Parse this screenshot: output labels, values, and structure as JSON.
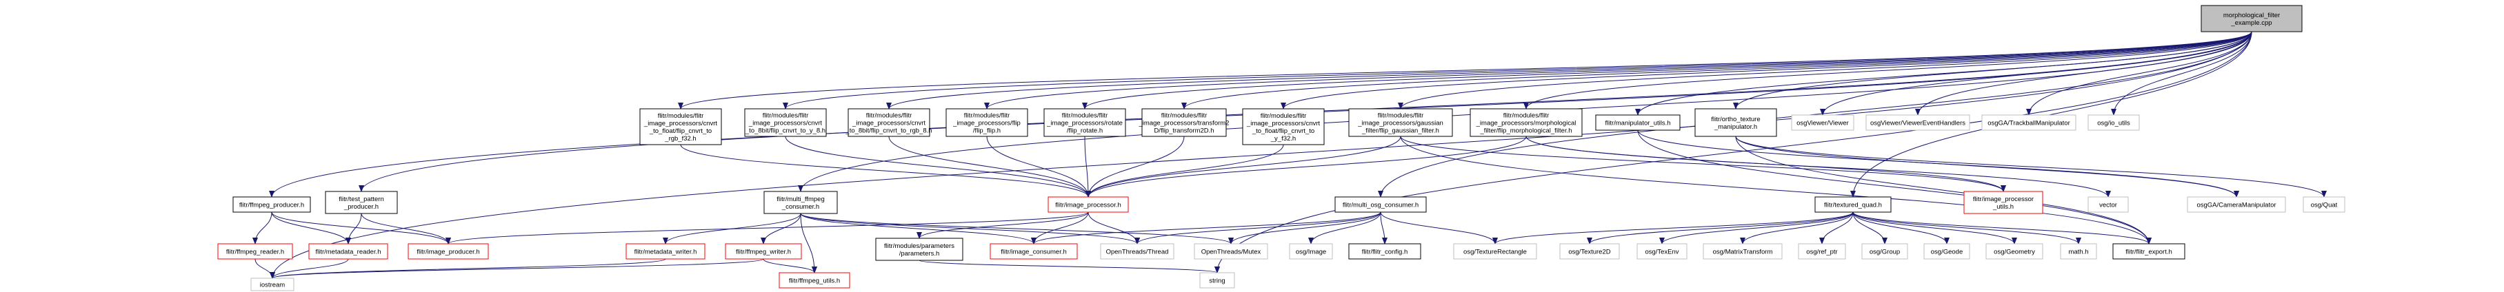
{
  "graph": {
    "root": "morphological_filter_example.cpp",
    "nodes": [
      {
        "id": "root",
        "lines": [
          "morphological_filter",
          "_example.cpp"
        ],
        "style": "root"
      },
      {
        "id": "cnvrt_to_float_rgb",
        "lines": [
          "flitr/modules/flitr",
          "_image_processors/cnvrt",
          "_to_float/flip_cnvrt_to",
          "_rgb_f32.h"
        ],
        "style": "black"
      },
      {
        "id": "cnvrt_8bit_y8",
        "lines": [
          "flitr/modules/flitr",
          "_image_processors/cnvrt",
          "_to_8bit/flip_cnvrt_to_y_8.h"
        ],
        "style": "black"
      },
      {
        "id": "cnvrt_8bit_rgb8",
        "lines": [
          "flitr/modules/flitr",
          "_image_processors/cnvrt",
          "_to_8bit/flip_cnvrt_to_rgb_8.h"
        ],
        "style": "black"
      },
      {
        "id": "flip",
        "lines": [
          "flitr/modules/flitr",
          "_image_processors/flip",
          "/flip_flip.h"
        ],
        "style": "black"
      },
      {
        "id": "rotate",
        "lines": [
          "flitr/modules/flitr",
          "_image_processors/rotate",
          "/flip_rotate.h"
        ],
        "style": "black"
      },
      {
        "id": "transform2d",
        "lines": [
          "flitr/modules/flitr",
          "_image_processors/transform2",
          "D/flip_transform2D.h"
        ],
        "style": "black"
      },
      {
        "id": "cnvrt_to_float_y",
        "lines": [
          "flitr/modules/flitr",
          "_image_processors/cnvrt",
          "_to_float/flip_cnvrt_to",
          "_y_f32.h"
        ],
        "style": "black"
      },
      {
        "id": "gaussian",
        "lines": [
          "flitr/modules/flitr",
          "_image_processors/gaussian",
          "_filter/flip_gaussian_filter.h"
        ],
        "style": "black"
      },
      {
        "id": "morphological",
        "lines": [
          "flitr/modules/flitr",
          "_image_processors/morphological",
          "_filter/flip_morphological_filter.h"
        ],
        "style": "black"
      },
      {
        "id": "manipulator_utils",
        "lines": [
          "flitr/manipulator_utils.h"
        ],
        "style": "black"
      },
      {
        "id": "ortho_texture",
        "lines": [
          "flitr/ortho_texture",
          "_manipulator.h"
        ],
        "style": "black"
      },
      {
        "id": "osgViewer",
        "lines": [
          "osgViewer/Viewer"
        ],
        "style": "grey"
      },
      {
        "id": "osgViewerEvent",
        "lines": [
          "osgViewer/ViewerEventHandlers"
        ],
        "style": "grey"
      },
      {
        "id": "trackball",
        "lines": [
          "osgGA/TrackballManipulator"
        ],
        "style": "grey"
      },
      {
        "id": "io_utils",
        "lines": [
          "osg/io_utils"
        ],
        "style": "grey"
      },
      {
        "id": "ffmpeg_producer",
        "lines": [
          "flitr/ffmpeg_producer.h"
        ],
        "style": "black"
      },
      {
        "id": "test_pattern",
        "lines": [
          "flitr/test_pattern",
          "_producer.h"
        ],
        "style": "black"
      },
      {
        "id": "multi_ffmpeg",
        "lines": [
          "flitr/multi_ffmpeg",
          "_consumer.h"
        ],
        "style": "black"
      },
      {
        "id": "image_processor",
        "lines": [
          "flitr/image_processor.h"
        ],
        "style": "red"
      },
      {
        "id": "multi_osg",
        "lines": [
          "flitr/multi_osg_consumer.h"
        ],
        "style": "black"
      },
      {
        "id": "textured_quad",
        "lines": [
          "flitr/textured_quad.h"
        ],
        "style": "black"
      },
      {
        "id": "image_processor_utils",
        "lines": [
          "flitr/image_processor",
          "_utils.h"
        ],
        "style": "red"
      },
      {
        "id": "vector",
        "lines": [
          "vector"
        ],
        "style": "grey"
      },
      {
        "id": "camera_manip",
        "lines": [
          "osgGA/CameraManipulator"
        ],
        "style": "grey"
      },
      {
        "id": "quat",
        "lines": [
          "osg/Quat"
        ],
        "style": "grey"
      },
      {
        "id": "ffmpeg_reader",
        "lines": [
          "flitr/ffmpeg_reader.h"
        ],
        "style": "red"
      },
      {
        "id": "metadata_reader",
        "lines": [
          "flitr/metadata_reader.h"
        ],
        "style": "red"
      },
      {
        "id": "image_producer",
        "lines": [
          "flitr/image_producer.h"
        ],
        "style": "red"
      },
      {
        "id": "metadata_writer",
        "lines": [
          "flitr/metadata_writer.h"
        ],
        "style": "red"
      },
      {
        "id": "ffmpeg_writer",
        "lines": [
          "flitr/ffmpeg_writer.h"
        ],
        "style": "red"
      },
      {
        "id": "parameters",
        "lines": [
          "flitr/modules/parameters",
          "/parameters.h"
        ],
        "style": "black"
      },
      {
        "id": "image_consumer",
        "lines": [
          "flitr/image_consumer.h"
        ],
        "style": "red"
      },
      {
        "id": "thread",
        "lines": [
          "OpenThreads/Thread"
        ],
        "style": "grey"
      },
      {
        "id": "mutex",
        "lines": [
          "OpenThreads/Mutex"
        ],
        "style": "grey"
      },
      {
        "id": "osg_image",
        "lines": [
          "osg/Image"
        ],
        "style": "grey"
      },
      {
        "id": "flitr_config",
        "lines": [
          "flitr/flitr_config.h"
        ],
        "style": "black"
      },
      {
        "id": "tex_rect",
        "lines": [
          "osg/TextureRectangle"
        ],
        "style": "grey"
      },
      {
        "id": "tex2d",
        "lines": [
          "osg/Texture2D"
        ],
        "style": "grey"
      },
      {
        "id": "texenv",
        "lines": [
          "osg/TexEnv"
        ],
        "style": "grey"
      },
      {
        "id": "matrix_transform",
        "lines": [
          "osg/MatrixTransform"
        ],
        "style": "grey"
      },
      {
        "id": "ref_ptr",
        "lines": [
          "osg/ref_ptr"
        ],
        "style": "grey"
      },
      {
        "id": "osg_group",
        "lines": [
          "osg/Group"
        ],
        "style": "grey"
      },
      {
        "id": "osg_geode",
        "lines": [
          "osg/Geode"
        ],
        "style": "grey"
      },
      {
        "id": "osg_geometry",
        "lines": [
          "osg/Geometry"
        ],
        "style": "grey"
      },
      {
        "id": "math",
        "lines": [
          "math.h"
        ],
        "style": "grey"
      },
      {
        "id": "flitr_export",
        "lines": [
          "flitr/flitr_export.h"
        ],
        "style": "black"
      },
      {
        "id": "iostream",
        "lines": [
          "iostream"
        ],
        "style": "grey"
      },
      {
        "id": "ffmpeg_utils",
        "lines": [
          "flitr/ffmpeg_utils.h"
        ],
        "style": "red"
      },
      {
        "id": "string",
        "lines": [
          "string"
        ],
        "style": "grey"
      }
    ],
    "edges": [
      [
        "root",
        "cnvrt_to_float_rgb"
      ],
      [
        "root",
        "cnvrt_8bit_y8"
      ],
      [
        "root",
        "cnvrt_8bit_rgb8"
      ],
      [
        "root",
        "flip"
      ],
      [
        "root",
        "rotate"
      ],
      [
        "root",
        "transform2d"
      ],
      [
        "root",
        "cnvrt_to_float_y"
      ],
      [
        "root",
        "gaussian"
      ],
      [
        "root",
        "morphological"
      ],
      [
        "root",
        "manipulator_utils"
      ],
      [
        "root",
        "ortho_texture"
      ],
      [
        "root",
        "osgViewer"
      ],
      [
        "root",
        "osgViewerEvent"
      ],
      [
        "root",
        "trackball"
      ],
      [
        "root",
        "io_utils"
      ],
      [
        "root",
        "ffmpeg_producer"
      ],
      [
        "root",
        "test_pattern"
      ],
      [
        "root",
        "multi_ffmpeg"
      ],
      [
        "root",
        "multi_osg"
      ],
      [
        "root",
        "textured_quad"
      ],
      [
        "root",
        "iostream"
      ],
      [
        "root",
        "string"
      ],
      [
        "cnvrt_to_float_rgb",
        "image_processor"
      ],
      [
        "cnvrt_8bit_y8",
        "image_processor"
      ],
      [
        "cnvrt_8bit_rgb8",
        "image_processor"
      ],
      [
        "flip",
        "image_processor"
      ],
      [
        "rotate",
        "image_processor"
      ],
      [
        "transform2d",
        "image_processor"
      ],
      [
        "cnvrt_to_float_y",
        "image_processor"
      ],
      [
        "gaussian",
        "image_processor"
      ],
      [
        "gaussian",
        "image_processor_utils"
      ],
      [
        "morphological",
        "image_processor"
      ],
      [
        "morphological",
        "image_processor_utils"
      ],
      [
        "morphological",
        "vector"
      ],
      [
        "gaussian",
        "flitr_export"
      ],
      [
        "manipulator_utils",
        "camera_manip"
      ],
      [
        "manipulator_utils",
        "flitr_export"
      ],
      [
        "ortho_texture",
        "camera_manip"
      ],
      [
        "ortho_texture",
        "quat"
      ],
      [
        "ortho_texture",
        "flitr_export"
      ],
      [
        "ffmpeg_producer",
        "ffmpeg_reader"
      ],
      [
        "ffmpeg_producer",
        "metadata_reader"
      ],
      [
        "ffmpeg_producer",
        "image_producer"
      ],
      [
        "test_pattern",
        "metadata_reader"
      ],
      [
        "test_pattern",
        "image_producer"
      ],
      [
        "multi_ffmpeg",
        "metadata_writer"
      ],
      [
        "multi_ffmpeg",
        "ffmpeg_writer"
      ],
      [
        "multi_ffmpeg",
        "image_consumer"
      ],
      [
        "multi_ffmpeg",
        "thread"
      ],
      [
        "multi_ffmpeg",
        "mutex"
      ],
      [
        "multi_ffmpeg",
        "ffmpeg_utils"
      ],
      [
        "image_processor",
        "image_producer"
      ],
      [
        "image_processor",
        "parameters"
      ],
      [
        "image_processor",
        "image_consumer"
      ],
      [
        "image_processor",
        "thread"
      ],
      [
        "multi_osg",
        "image_consumer"
      ],
      [
        "multi_osg",
        "thread"
      ],
      [
        "multi_osg",
        "mutex"
      ],
      [
        "multi_osg",
        "osg_image"
      ],
      [
        "multi_osg",
        "flitr_config"
      ],
      [
        "multi_osg",
        "tex_rect"
      ],
      [
        "textured_quad",
        "tex_rect"
      ],
      [
        "textured_quad",
        "tex2d"
      ],
      [
        "textured_quad",
        "texenv"
      ],
      [
        "textured_quad",
        "matrix_transform"
      ],
      [
        "textured_quad",
        "ref_ptr"
      ],
      [
        "textured_quad",
        "osg_group"
      ],
      [
        "textured_quad",
        "osg_geode"
      ],
      [
        "textured_quad",
        "osg_geometry"
      ],
      [
        "textured_quad",
        "math"
      ],
      [
        "textured_quad",
        "flitr_export"
      ],
      [
        "ffmpeg_reader",
        "iostream"
      ],
      [
        "metadata_reader",
        "iostream"
      ],
      [
        "metadata_writer",
        "iostream"
      ],
      [
        "ffmpeg_writer",
        "iostream"
      ],
      [
        "ffmpeg_writer",
        "ffmpeg_utils"
      ],
      [
        "parameters",
        "string"
      ]
    ]
  },
  "colors": {
    "edge": "#191970",
    "root_fill": "#bfbfbf",
    "box_border": "#000000",
    "red_border": "#ff0000",
    "grey_border": "#bfbfbf",
    "text": "#000000"
  }
}
